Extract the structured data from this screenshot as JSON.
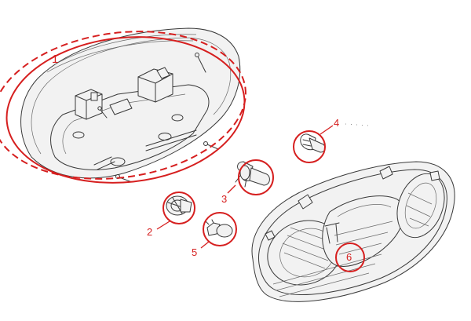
{
  "callouts": {
    "housing_cover": "1",
    "bulb_socket_left": "2",
    "bulb_socket_center": "3",
    "bulb_socket_right": "4",
    "small_bulb": "5",
    "lamp_body": "6"
  },
  "colors": {
    "callout_red": "#d61f1f",
    "line_art": "#3a3a3a",
    "background": "#ffffff"
  },
  "icons": {
    "part_1": "lamp-housing-cover-drawing",
    "part_2": "bulb-socket-drawing",
    "part_3": "bulb-with-socket-drawing",
    "part_4": "bulb-with-socket-drawing",
    "part_5": "wedge-bulb-drawing",
    "part_6": "lamp-body-reflector-drawing"
  }
}
